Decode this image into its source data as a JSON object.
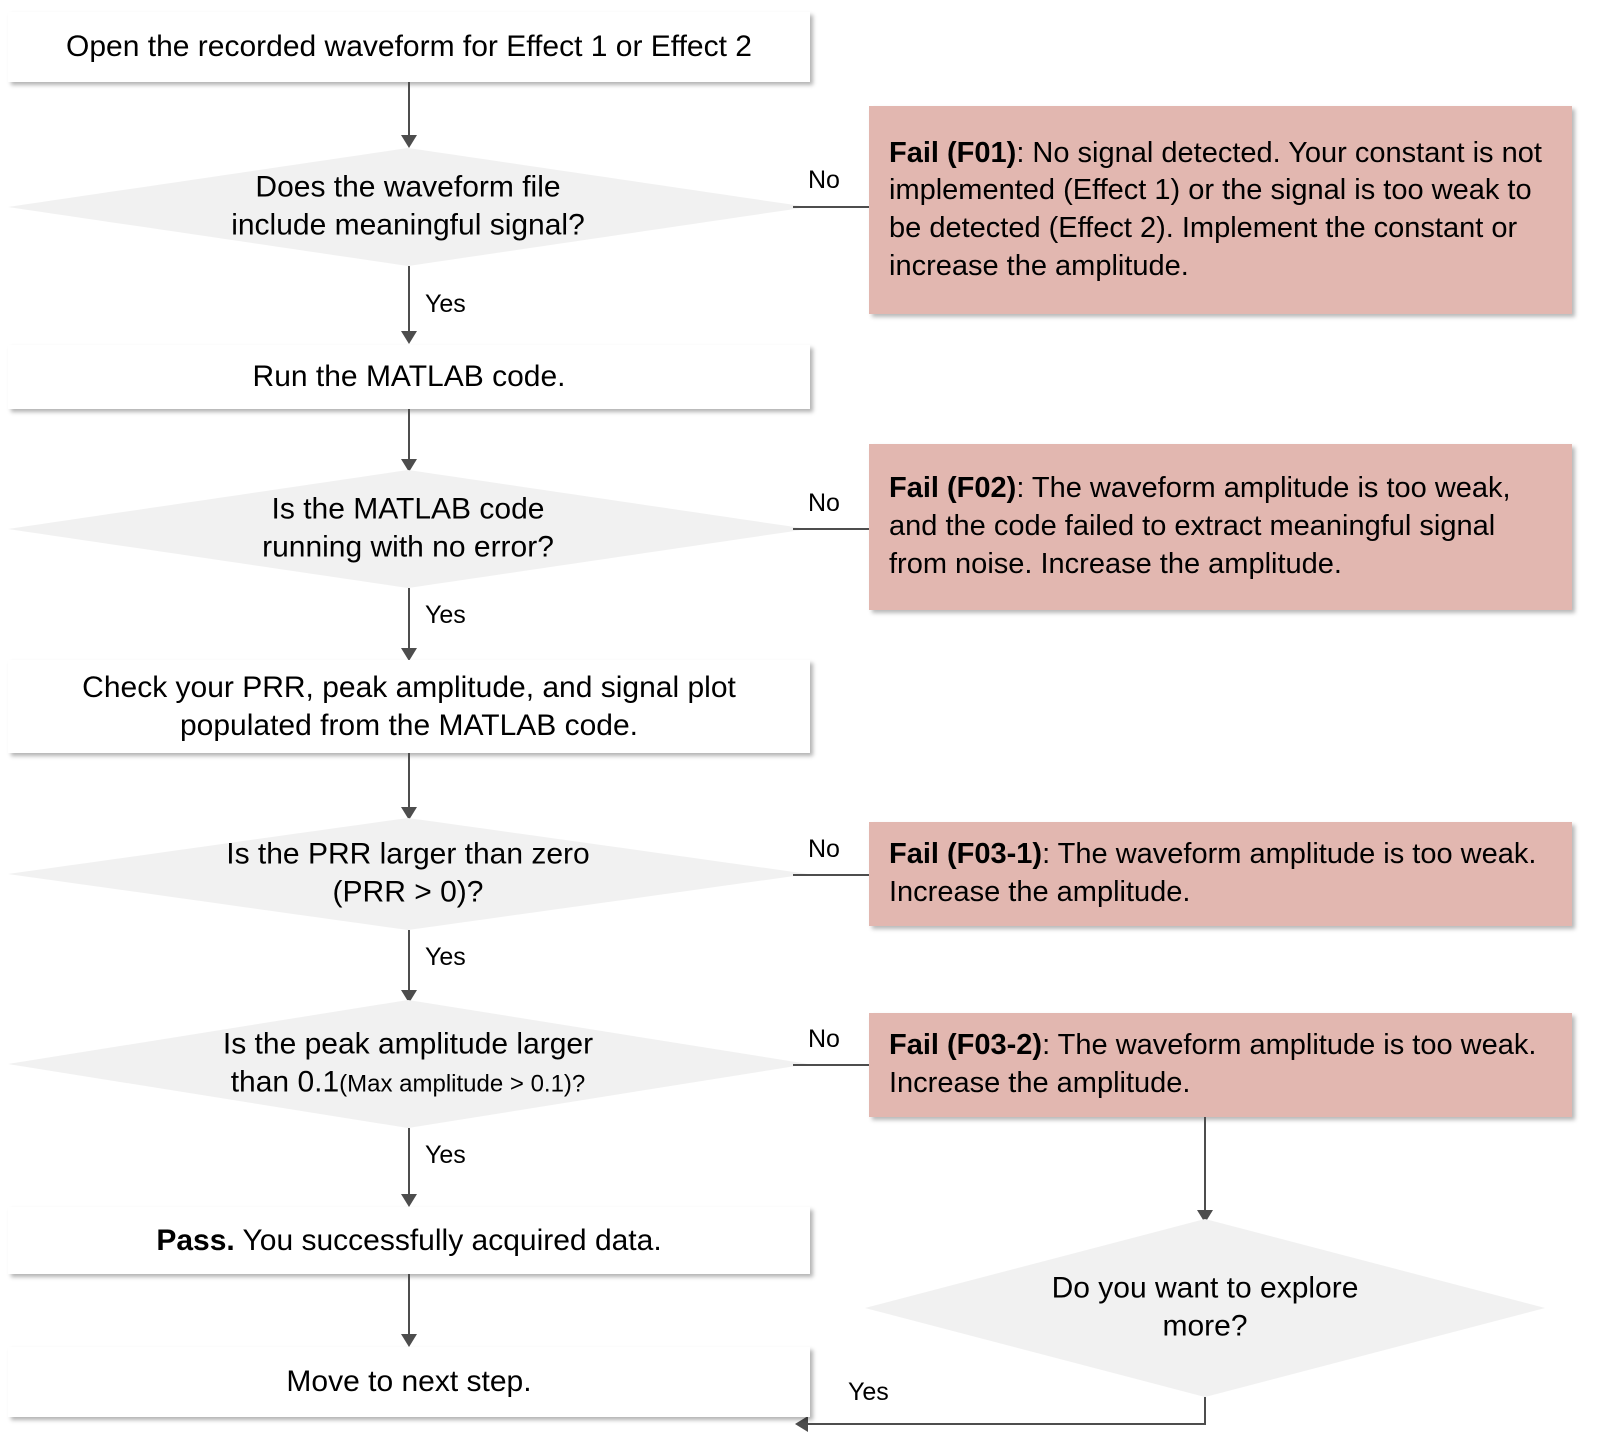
{
  "diagram": {
    "title": "Waveform data acquisition troubleshooting flowchart",
    "colors": {
      "fail_box_fill": "#e2b7b0",
      "decision_fill": "#f1f1f1",
      "process_fill": "#ffffff",
      "connector": "#4d4d4d",
      "text": "#000000"
    },
    "nodes": {
      "start": {
        "label": "Open the recorded waveform for Effect 1 or Effect 2"
      },
      "d1": {
        "line1": "Does the waveform file",
        "line2": "include meaningful signal?"
      },
      "p_run": {
        "label": "Run the MATLAB code."
      },
      "d2": {
        "line1": "Is the MATLAB code",
        "line2": "running with no error?"
      },
      "p_check": {
        "line1": "Check your PRR, peak amplitude, and signal plot",
        "line2": "populated from the MATLAB code."
      },
      "d3": {
        "line1": "Is the PRR  larger than zero",
        "line2": "(PRR > 0)?"
      },
      "d4": {
        "line1": "Is the peak amplitude larger",
        "line2_main": "than 0.1",
        "line2_small": "(Max amplitude > 0.1)?"
      },
      "p_pass": {
        "bold": "Pass.",
        "rest": " You successfully acquired data."
      },
      "p_next": {
        "label": "Move to next step."
      },
      "d5": {
        "line1": "Do you want to explore",
        "line2": "more?"
      },
      "f01": {
        "bold": "Fail (F01)",
        "rest": ": No signal detected. Your constant is not implemented (Effect 1) or the signal is too weak to be detected (Effect 2). Implement the constant or increase the amplitude."
      },
      "f02": {
        "bold": "Fail (F02)",
        "rest": ": The waveform amplitude is too weak, and the code failed to extract meaningful signal from noise. Increase the amplitude."
      },
      "f03_1": {
        "bold": "Fail (F03-1)",
        "rest": ": The waveform amplitude is too weak. Increase the amplitude."
      },
      "f03_2": {
        "bold": "Fail (F03-2)",
        "rest": ": The waveform amplitude is too weak. Increase the amplitude."
      }
    },
    "edges": {
      "d1_no": "No",
      "d1_yes": "Yes",
      "d2_no": "No",
      "d2_yes": "Yes",
      "d3_no": "No",
      "d3_yes": "Yes",
      "d4_no": "No",
      "d4_yes": "Yes",
      "d5_yes": "Yes"
    }
  }
}
